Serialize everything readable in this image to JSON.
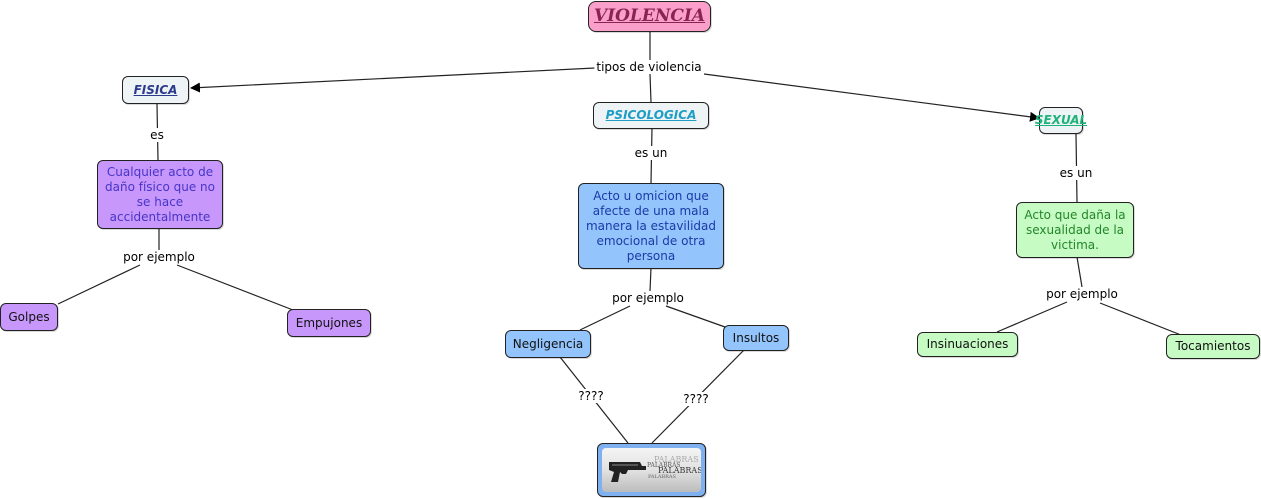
{
  "map": {
    "root": {
      "label": "VIOLENCIA"
    },
    "root_link": "tipos de violencia",
    "branches": [
      {
        "id": "fisica",
        "type_label": "FISICA",
        "type_color": "#2b3a8c",
        "link1": "es",
        "definition": "Cualquier acto de daño físico que no se hace accidentalmente",
        "link2": "por ejemplo",
        "examples": [
          "Golpes",
          "Empujones"
        ]
      },
      {
        "id": "psicologica",
        "type_label": "PSICOLOGICA",
        "type_color": "#1e9ec6",
        "link1": "es un",
        "definition": "Acto u omicion que afecte de una mala manera la estavilidad emocional de otra persona",
        "link2": "por ejemplo",
        "examples": [
          "Negligencia",
          "Insultos"
        ],
        "example_links": [
          "????",
          "????"
        ],
        "image": {
          "description": "pistol-firing-words-image",
          "words": [
            "PALABRAS",
            "PALABRAS",
            "PALABRAS",
            "PALABRAS"
          ]
        }
      },
      {
        "id": "sexual",
        "type_label": "SEXUAL",
        "type_color": "#1fb27a",
        "link1": "es un",
        "definition": "Acto que daña la sexualidad de la victima.",
        "link2": "por ejemplo",
        "examples": [
          "Insinuaciones",
          "Tocamientos"
        ]
      }
    ]
  }
}
